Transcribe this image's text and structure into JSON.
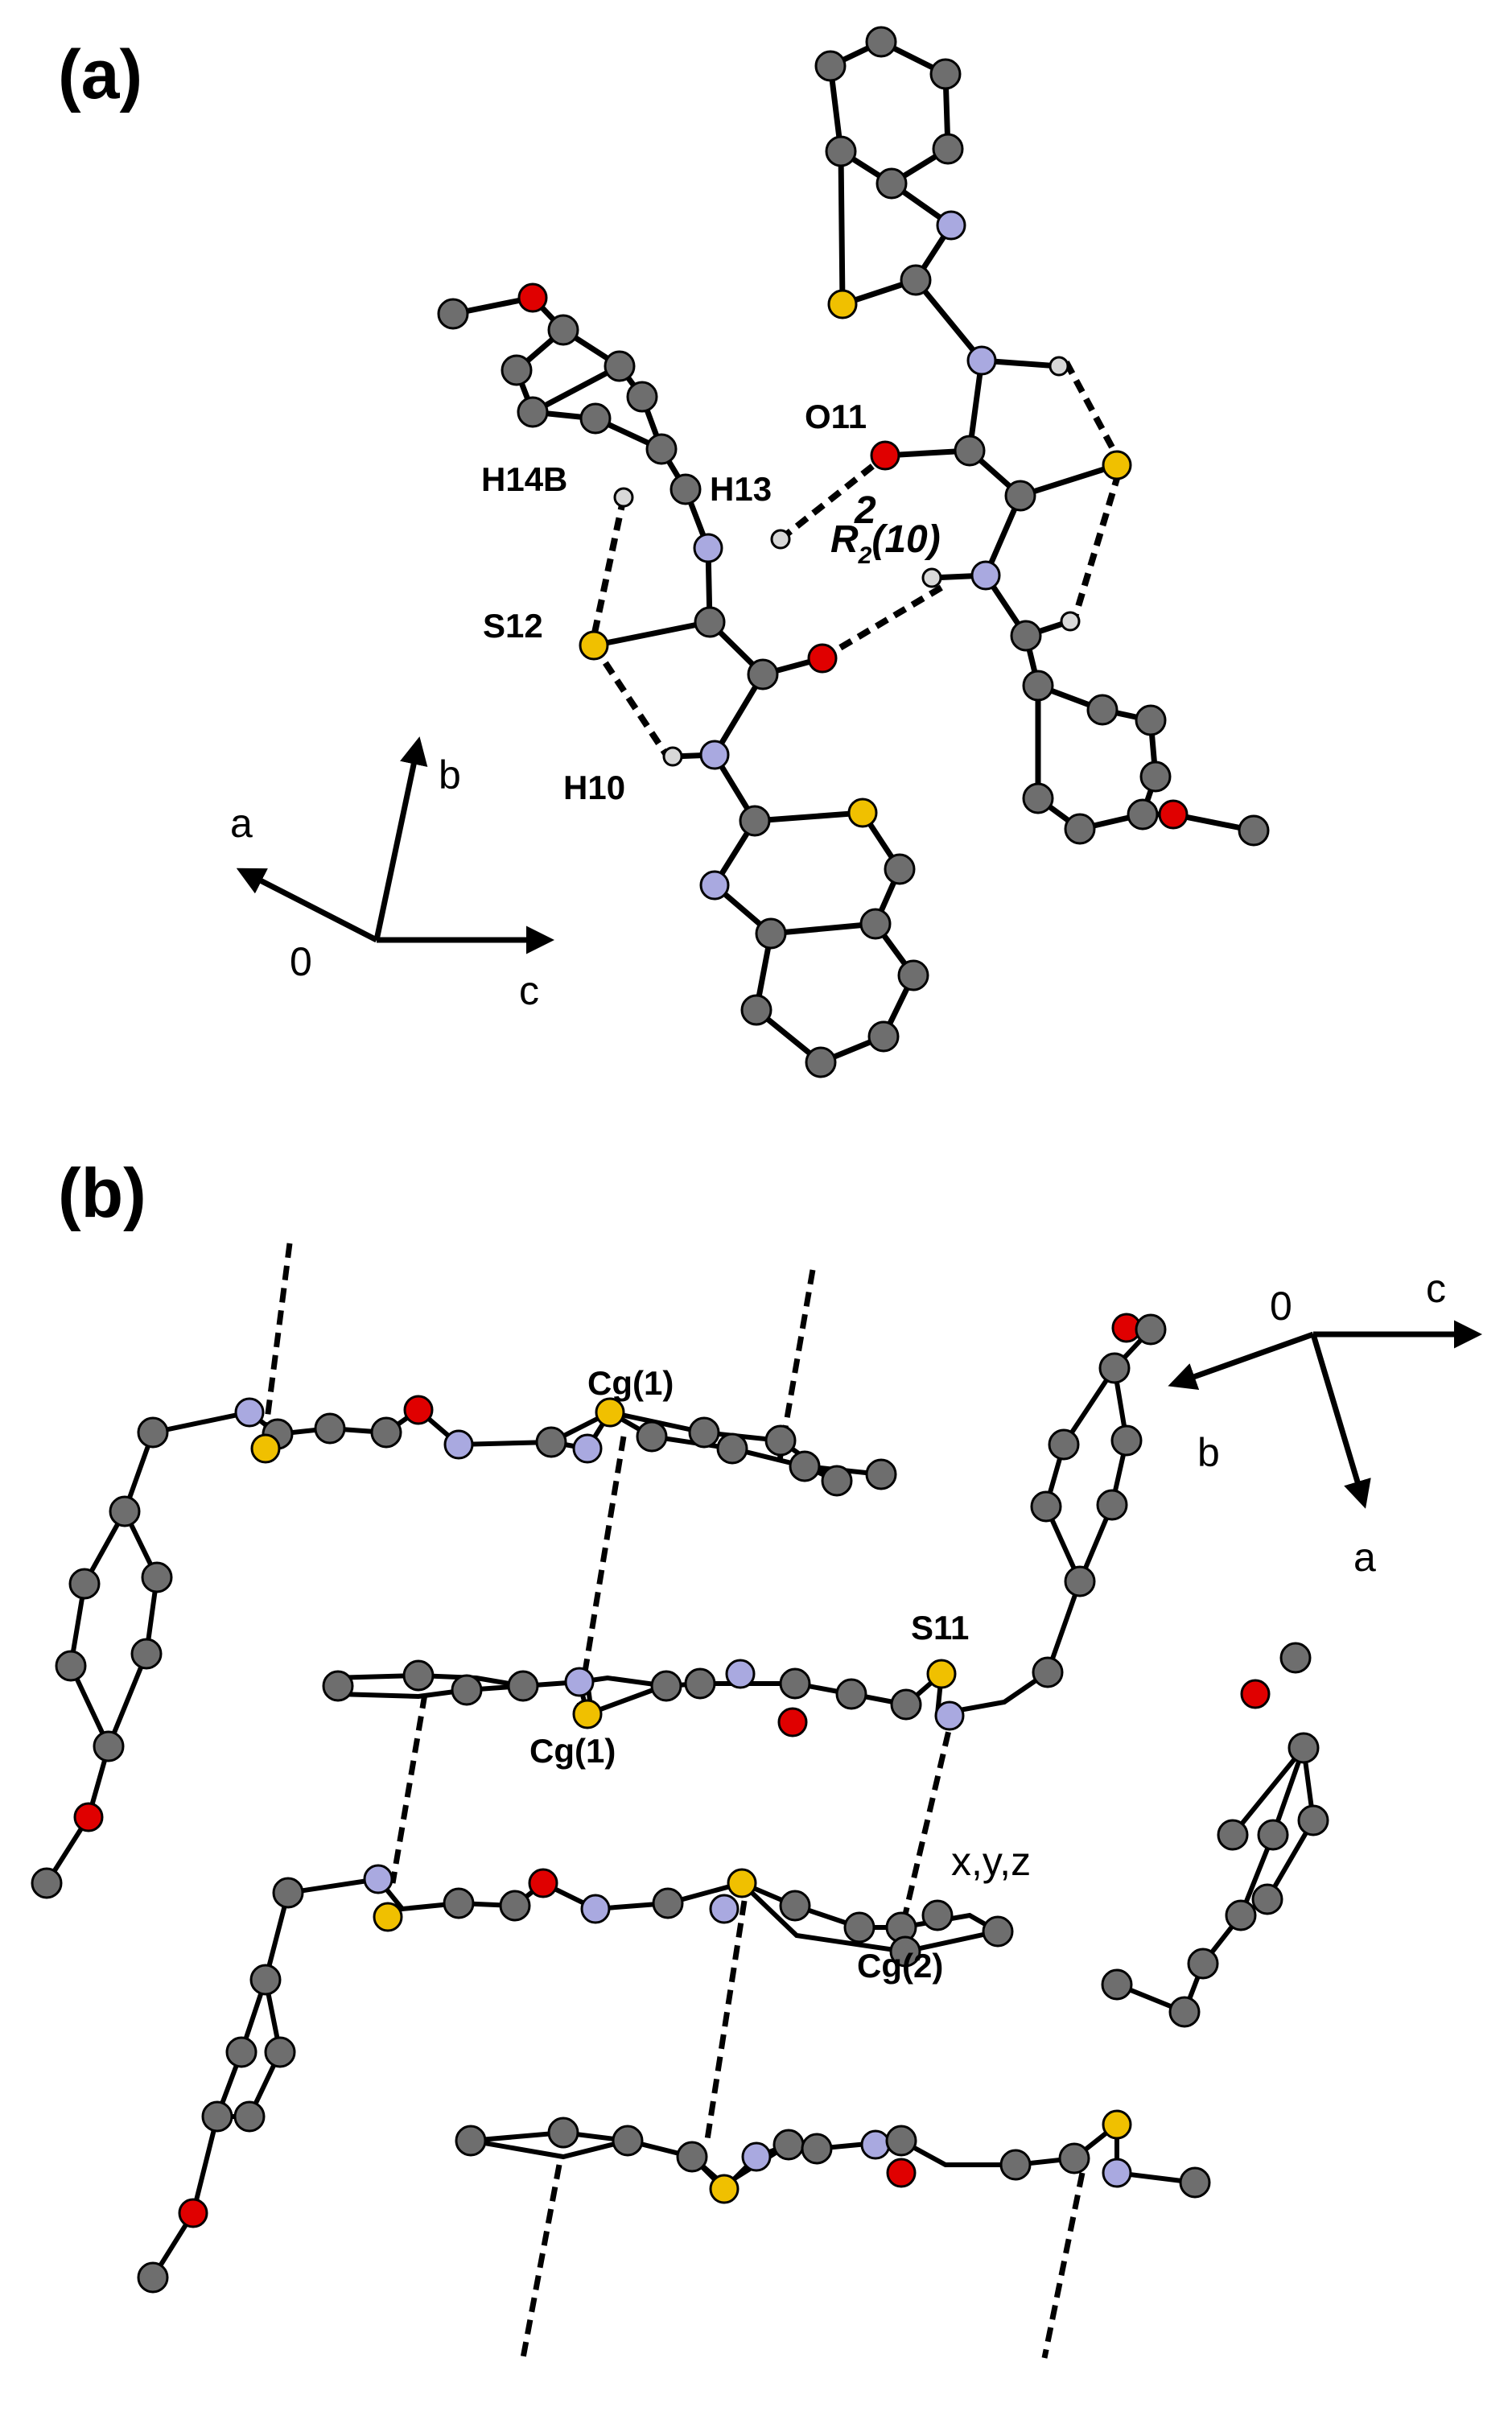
{
  "panels": [
    {
      "label": "(a)",
      "atom_labels": [
        "O11",
        "H14B",
        "H13",
        "S12",
        "H10"
      ],
      "ring_motif": {
        "letter": "R",
        "sup": "2",
        "sub": "2",
        "size": "(10)"
      },
      "axes": {
        "a": "a",
        "b": "b",
        "c": "c",
        "origin": "0"
      }
    },
    {
      "label": "(b)",
      "atom_labels": [
        "Cg(1)",
        "Cg(1)",
        "S11",
        "x,y,z",
        "Cg(2)"
      ],
      "axes": {
        "a": "a",
        "b": "b",
        "c": "c",
        "origin": "0"
      }
    }
  ],
  "colors": {
    "carbon": "#6e6e6e",
    "nitrogen": "#a9a9e0",
    "oxygen": "#e00000",
    "sulfur": "#f0c000",
    "hydrogen": "#d8d8d8",
    "bond": "#000000"
  }
}
